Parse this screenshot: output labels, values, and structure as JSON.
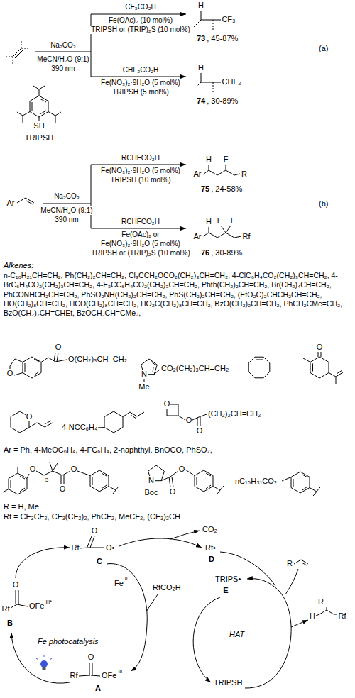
{
  "diagram": {
    "labels": [
      "CF₃CO₂H",
      "Fe(OAc)₂ (10 mol%)",
      "TRIPSH or (TRIP)₂S (10 mol%)",
      "H",
      "CF₃",
      "73",
      ", 45-87%",
      "(a)",
      "Na₂CO₃",
      "MeCN/H₂O (9:1)",
      "390 nm",
      "CHF₂CO₂H",
      "Fe(NO₃)₂·9H₂O (5 mol%)",
      "TRIPSH (5 mol%)",
      "H",
      "CHF₂",
      "74",
      ", 30-89%",
      "SH",
      "TRIPSH",
      "Na₂CO₃",
      "MeCN/H₂O (9:1)",
      "390 nm",
      "Ar",
      "RCHFCO₂H",
      "Fe(NO₃)₂·9H₂O (5 mol%)",
      "TRIPSH (10 mol%)",
      "H",
      "F",
      "Ar",
      "R",
      "75",
      ", 24-58%",
      "(b)",
      "RCHFCO₂H",
      "Fe(OAc)₂ or",
      "Fe(NO₃)₂·9H₂O (5 mol%)",
      "TRIPSH or (TRIP)₂S (10 mol%)",
      "H",
      "F",
      "F",
      "Ar",
      "Rf",
      "76",
      ", 30-89%",
      "Alkenes:",
      "n-C₁₀H₂₁CH=CH₂, Ph(CH₂)₂CH=CH₂, Cl₃CCH₂OCO₂(CH₂)₃CH=CH₂, 4-ClC₆H₄CO₂(CH₂)₃CH=CH₂, 4-BrC₆H₄CO₂(CH₂)₃CH=CH₂, 4-F₃CC₆H₄CO₂(CH₂)₃CH=CH₂, Phth(CH₂)₂CH=CH₂, Br(CH₂)₄CH=CH₂, PhCONHCH₂CH=CH₂, PhSO₂NH(CH₂)₂CH=CH₂, PhS(CH₂)₂CH=CH₂, (EtO₂C)₂CHCH₂CH=CH₂, HO(CH₂)₈CH=CH₂, HCO(CH₂)₈CH=CH₂, HO₂C(CH₂)₈CH=CH₂, BzO(CH₂)₂CH=CH₂, PhCH₂CMe=CH₂, BzO(CH₂)₂CH=CHEt, BzOCH₂CH=CMe₂,",
      "O",
      "O",
      "O(CH₂)₃CH=CH₂",
      "N",
      "Me",
      "CO₂(CH₂)₃CH=CH₂",
      "O",
      "O",
      "4-NCC₆H₄",
      "O",
      "O",
      "O",
      "(CH₂)₂CH=CH₂",
      "Ar = Ph, 4-MeOC₆H₄, 4-FC₆H₄, 2-naphthyl. BnOCO, PhSO₂,",
      "O",
      "3",
      "O",
      "O",
      "N",
      "Boc",
      "O",
      "O",
      "nC₁₅H₃₁CO₂",
      "R = H, Me",
      "Rf = CF₃CF₂, CF₃(CF₂)₂, PhCF₂, MeCF₂, (CF₃)₂CH",
      "O",
      "Rf",
      "O•",
      "C",
      "CO₂",
      "Rf•",
      "D",
      "R",
      "TRIPS•",
      "E",
      "RfCO₂H",
      "Fe",
      "II",
      "H",
      "R",
      "Rf",
      "O",
      "Rf",
      "OFe",
      "III*",
      "B",
      "Fe photocatalysis",
      "HAT",
      "O",
      "Rf",
      "OFe",
      "III",
      "A",
      "TRIPSH"
    ]
  }
}
